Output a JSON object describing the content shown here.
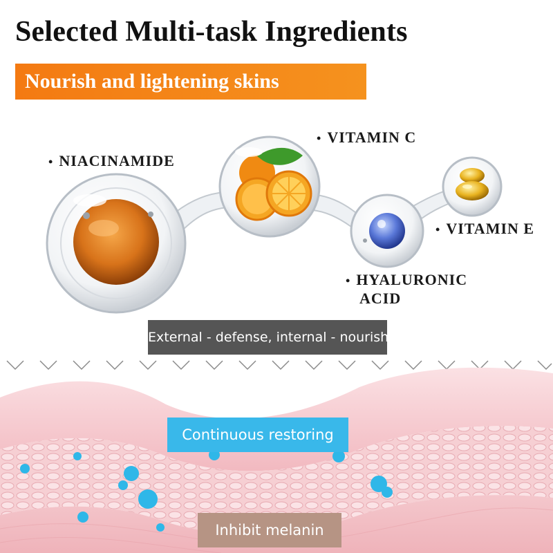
{
  "header": {
    "title": "Selected Multi-task Ingredients",
    "subtitle": "Nourish and lightening skins"
  },
  "ingredients": [
    {
      "bullet": "•",
      "name": "NIACINAMIDE"
    },
    {
      "bullet": "•",
      "name": "VITAMIN C"
    },
    {
      "bullet": "•",
      "name": "VITAMIN E"
    },
    {
      "bullet": "•",
      "name": "HYALURONIC",
      "name_line2": "ACID"
    }
  ],
  "captions": {
    "defense": "External - defense, internal - nourish",
    "restoring": "Continuous restoring",
    "melanin": "Inhibit melanin"
  },
  "colors": {
    "banner_orange": "#f47a12",
    "caption_gray": "#555555",
    "caption_blue": "#39b8ea",
    "caption_brown": "#b69484",
    "skin_pink": "#f3c2c8",
    "droplet_blue": "#2fb7e8"
  }
}
